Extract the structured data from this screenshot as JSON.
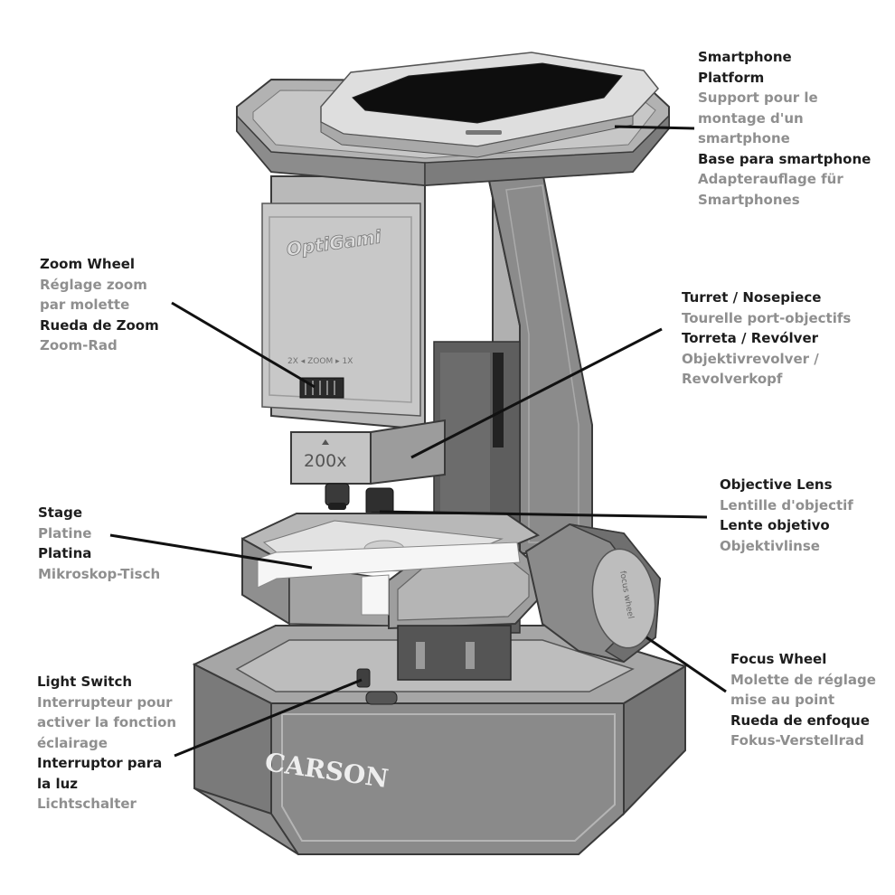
{
  "callouts": {
    "smartphone_platform": {
      "en": [
        "Smartphone",
        "Platform"
      ],
      "fr": [
        "Support pour le",
        "montage d'un",
        "smartphone"
      ],
      "es": [
        "Base para smartphone"
      ],
      "de": [
        "Adapterauflage für",
        "Smartphones"
      ]
    },
    "zoom_wheel": {
      "en": [
        "Zoom Wheel"
      ],
      "fr": [
        "Réglage zoom",
        "par molette"
      ],
      "es": [
        "Rueda de Zoom"
      ],
      "de": [
        "Zoom-Rad"
      ]
    },
    "turret": {
      "en": [
        "Turret / Nosepiece"
      ],
      "fr": [
        "Tourelle port-objectifs"
      ],
      "es": [
        "Torreta / Revólver"
      ],
      "de": [
        "Objektivrevolver /",
        "Revolverkopf"
      ]
    },
    "objective_lens": {
      "en": [
        "Objective Lens"
      ],
      "fr": [
        "Lentille d'objectif"
      ],
      "es": [
        "Lente objetivo"
      ],
      "de": [
        "Objektivlinse"
      ]
    },
    "stage": {
      "en": [
        "Stage"
      ],
      "fr": [
        "Platine"
      ],
      "es": [
        "Platina"
      ],
      "de": [
        "Mikroskop-Tisch"
      ]
    },
    "focus_wheel": {
      "en": [
        "Focus Wheel"
      ],
      "fr": [
        "Molette de réglage",
        "mise au point"
      ],
      "es": [
        "Rueda de enfoque"
      ],
      "de": [
        "Fokus-Verstellrad"
      ]
    },
    "light_switch": {
      "en": [
        "Light Switch"
      ],
      "fr": [
        "Interrupteur pour",
        "activer la fonction",
        "éclairage"
      ],
      "es": [
        "Interruptor para",
        "la luz"
      ],
      "de": [
        "Lichtschalter"
      ]
    }
  },
  "device": {
    "brand_logo": "CARSON",
    "model_logo": "OptiGami",
    "magnification_label": "200x",
    "zoom_scale": "2X ◂ ZOOM ▸ 1X",
    "focus_wheel_text": "focus wheel"
  },
  "colors": {
    "body_light": "#cfcfcf",
    "body_mid": "#9a9a9a",
    "body_dark": "#6e6e6e",
    "outline": "#3a3a3a",
    "leader": "#111111"
  }
}
